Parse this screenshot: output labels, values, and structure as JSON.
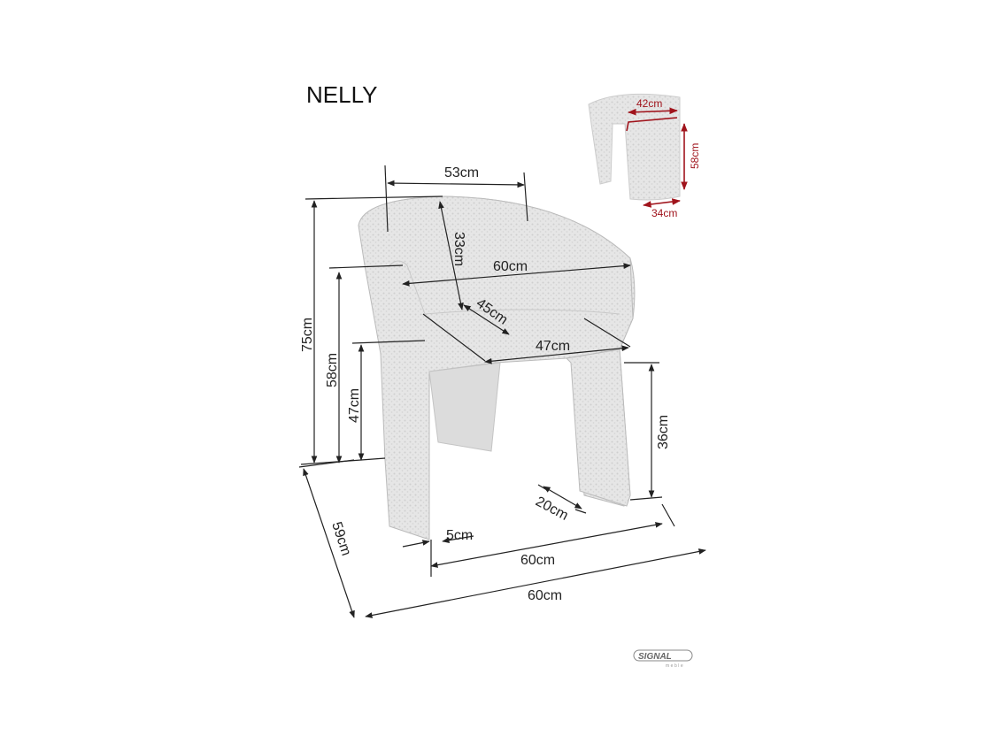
{
  "title": "NELLY",
  "dimensions": {
    "back_width": "53cm",
    "back_height": "33cm",
    "inner_width": "60cm",
    "seat_depth": "45cm",
    "seat_width": "47cm",
    "total_height": "75cm",
    "armrest_height": "58cm",
    "seat_height": "47cm",
    "leg_clearance": "36cm",
    "leg_depth": "20cm",
    "leg_thickness": "5cm",
    "base_width": "60cm",
    "total_depth": "59cm",
    "total_width": "60cm"
  },
  "inset": {
    "width": "42cm",
    "height": "58cm",
    "depth": "34cm"
  },
  "logo": {
    "brand": "SIGNAL",
    "sub": "meble"
  },
  "colors": {
    "accent": "#a0141c",
    "upholstery": "#e4e4e4"
  }
}
